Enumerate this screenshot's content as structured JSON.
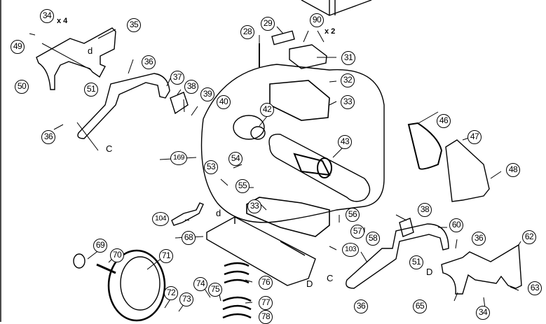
{
  "diagram": {
    "type": "exploded parts diagram",
    "callouts": [
      "28",
      "29",
      "31",
      "32",
      "33",
      "33",
      "34",
      "34",
      "35",
      "36",
      "36",
      "36",
      "36",
      "37",
      "38",
      "38",
      "39",
      "40",
      "42",
      "43",
      "46",
      "47",
      "48",
      "49",
      "50",
      "51",
      "51",
      "53",
      "54",
      "55",
      "56",
      "57",
      "58",
      "60",
      "62",
      "63",
      "65",
      "68",
      "69",
      "70",
      "71",
      "72",
      "73",
      "74",
      "75",
      "76",
      "77",
      "78",
      "90",
      "103",
      "104",
      "169"
    ],
    "quantity_notes": {
      "part_34": "x 4",
      "part_90": "x 2"
    },
    "reference_letters": {
      "left_bracket": "d",
      "left_arm": "C",
      "tray_top": "d",
      "tray_bottom": "D",
      "right_arm": "C",
      "right_bracket": "D"
    }
  }
}
